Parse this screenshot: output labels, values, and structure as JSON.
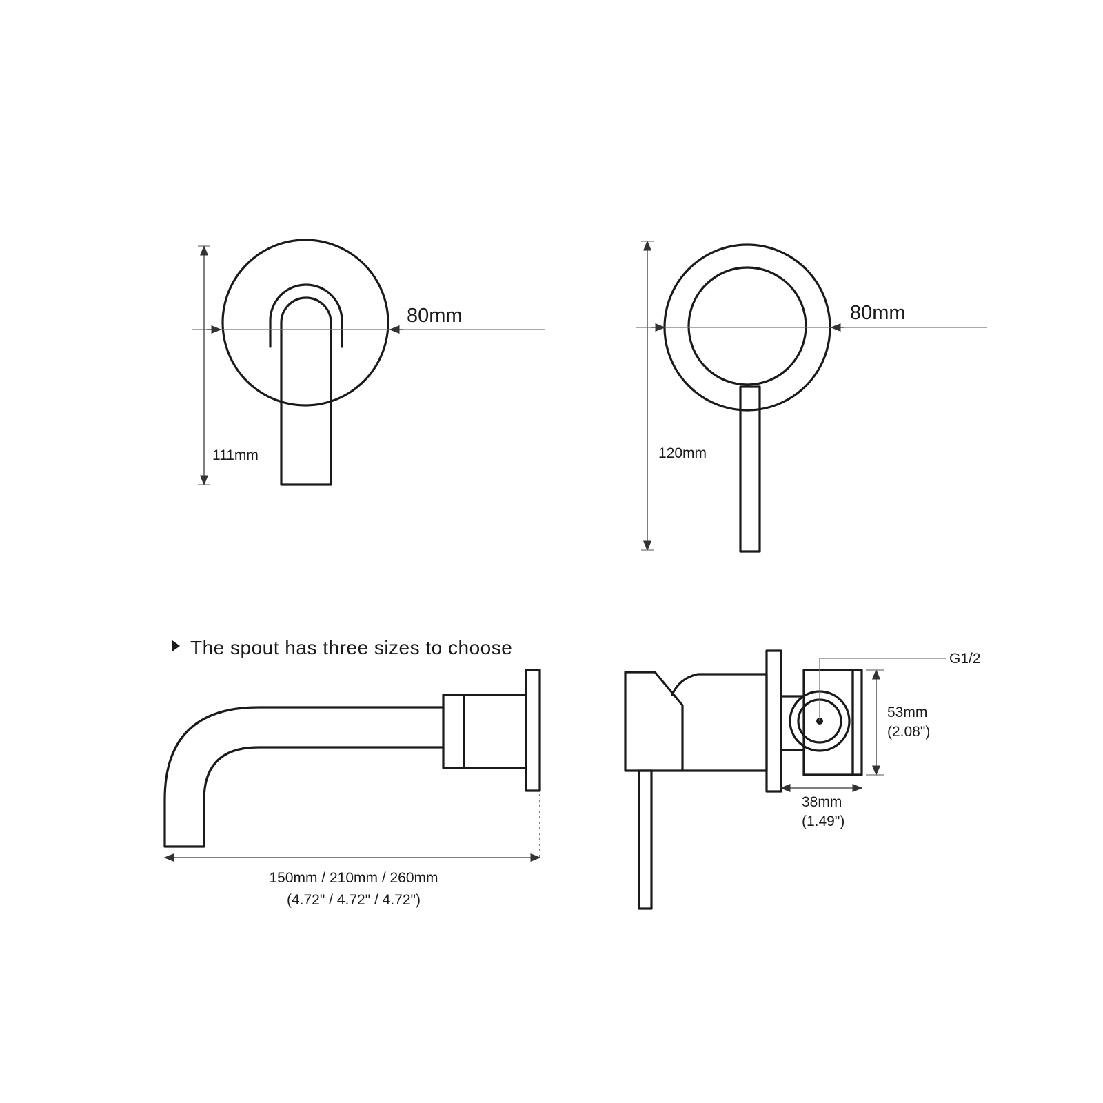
{
  "front_view_1": {
    "width_label": "80mm",
    "height_label": "111mm"
  },
  "front_view_2": {
    "width_label": "80mm",
    "height_label": "120mm"
  },
  "spout_view": {
    "note": "The spout has three sizes to choose",
    "length_label": "150mm / 210mm / 260mm",
    "length_label_inches": "(4.72\" / 4.72\" / 4.72\")"
  },
  "side_view": {
    "thread_label": "G1/2",
    "height_label": "53mm",
    "height_label_inches": "(2.08\")",
    "depth_label": "38mm",
    "depth_label_inches": "(1.49\")"
  }
}
